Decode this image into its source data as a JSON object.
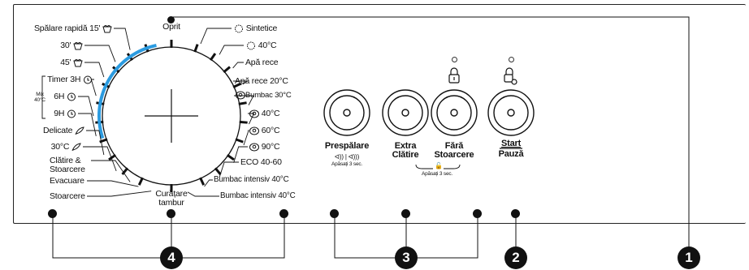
{
  "dial": {
    "top_label": "Oprit",
    "bottom_label_line1": "Curățare",
    "bottom_label_line2": "tambur",
    "left_programs": [
      "Spălare rapidă 15'",
      "30'",
      "45'",
      "Timer 3H",
      "6H",
      "9H",
      "Delicate",
      "30°C",
      "Clătire &",
      "Stoarcere",
      "Evacuare",
      "Stoarcere"
    ],
    "right_programs": [
      "Sintetice",
      "40°C",
      "Apă rece",
      "Apă rece 20°C",
      "Bumbac 30°C",
      "40°C",
      "60°C",
      "90°C",
      "ECO 40-60",
      "Bumbac intensiv 40°C",
      "Bumbac intensiv 40°C"
    ],
    "mix_label_line1": "Mix",
    "mix_label_line2": "40°C",
    "accent_color": "#2b9be0"
  },
  "buttons": {
    "prewash": {
      "line1": "Prespălare",
      "sub": "Apăsați 3 sec."
    },
    "extra_rinse": {
      "line1": "Extra",
      "line2": "Clătire"
    },
    "no_spin": {
      "line1": "Fără",
      "line2": "Stoarcere"
    },
    "start_pause": {
      "line1": "Start",
      "line2": "Pauză"
    },
    "shared_sub": "Apăsați 3 sec."
  },
  "callouts": [
    "4",
    "3",
    "2",
    "1"
  ],
  "icons": [
    "basin-icon",
    "clock-icon",
    "feather-icon",
    "snowflake-icon",
    "cotton-icon",
    "lock-icon",
    "child-lock-icon",
    "speaker-icon"
  ]
}
